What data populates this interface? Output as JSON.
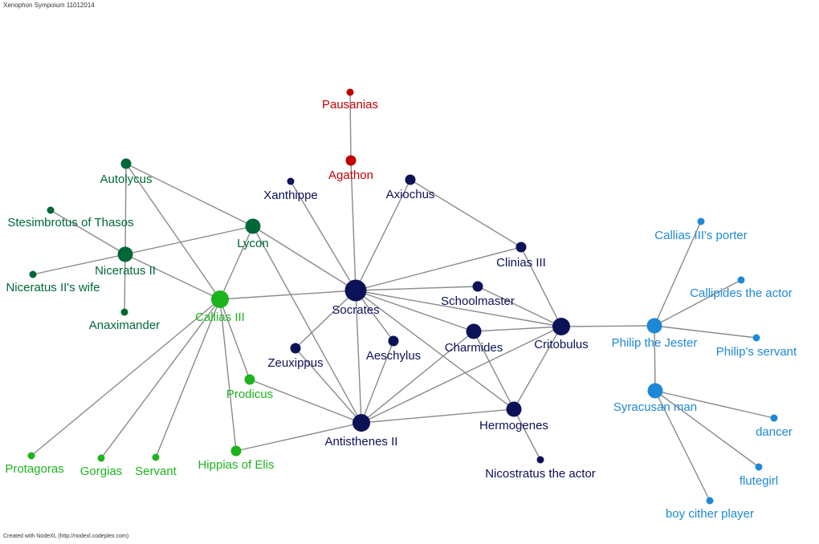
{
  "header": {
    "title": "Xenophon Sympoium 11012014"
  },
  "footer": {
    "credit": "Created with NodeXL (http://nodexl.codeplex.com)"
  },
  "colors": {
    "red": "#c00000",
    "dark_green": "#006837",
    "bright_green": "#1db31d",
    "navy": "#0b1257",
    "blue": "#1e88d6",
    "edge": "#8a8a8a"
  },
  "nodes": [
    {
      "id": "pausanias",
      "label": "Pausanias",
      "group": "red",
      "size": "small"
    },
    {
      "id": "agathon",
      "label": "Agathon",
      "group": "red",
      "size": "medium"
    },
    {
      "id": "autolycus",
      "label": "Autolycus",
      "group": "dark_green",
      "size": "medium"
    },
    {
      "id": "stesimbrotus",
      "label": "Stesimbrotus of Thasos",
      "group": "dark_green",
      "size": "small"
    },
    {
      "id": "niceratus",
      "label": "Niceratus II",
      "group": "dark_green",
      "size": "large"
    },
    {
      "id": "niceratus_wife",
      "label": "Niceratus II's wife",
      "group": "dark_green",
      "size": "small"
    },
    {
      "id": "anaximander",
      "label": "Anaximander",
      "group": "dark_green",
      "size": "small"
    },
    {
      "id": "lycon",
      "label": "Lycon",
      "group": "dark_green",
      "size": "large"
    },
    {
      "id": "callias",
      "label": "Callias III",
      "group": "bright_green",
      "size": "xlarge"
    },
    {
      "id": "prodicus",
      "label": "Prodicus",
      "group": "bright_green",
      "size": "medium"
    },
    {
      "id": "hippias",
      "label": "Hippias of Elis",
      "group": "bright_green",
      "size": "medium"
    },
    {
      "id": "protagoras",
      "label": "Protagoras",
      "group": "bright_green",
      "size": "small"
    },
    {
      "id": "gorgias",
      "label": "Gorgias",
      "group": "bright_green",
      "size": "small"
    },
    {
      "id": "servant",
      "label": "Servant",
      "group": "bright_green",
      "size": "small"
    },
    {
      "id": "xanthippe",
      "label": "Xanthippe",
      "group": "navy",
      "size": "small"
    },
    {
      "id": "axiochus",
      "label": "Axiochus",
      "group": "navy",
      "size": "medium"
    },
    {
      "id": "socrates",
      "label": "Socrates",
      "group": "navy",
      "size": "huge"
    },
    {
      "id": "clinias",
      "label": "Clinias III",
      "group": "navy",
      "size": "medium"
    },
    {
      "id": "schoolmaster",
      "label": "Schoolmaster",
      "group": "navy",
      "size": "medium"
    },
    {
      "id": "charmides",
      "label": "Charmides",
      "group": "navy",
      "size": "large"
    },
    {
      "id": "critobulus",
      "label": "Critobulus",
      "group": "navy",
      "size": "xlarge"
    },
    {
      "id": "zeuxippus",
      "label": "Zeuxippus",
      "group": "navy",
      "size": "medium"
    },
    {
      "id": "aeschylus",
      "label": "Aeschylus",
      "group": "navy",
      "size": "medium"
    },
    {
      "id": "antisthenes",
      "label": "Antisthenes II",
      "group": "navy",
      "size": "xlarge"
    },
    {
      "id": "hermogenes",
      "label": "Hermogenes",
      "group": "navy",
      "size": "large"
    },
    {
      "id": "nicostratus",
      "label": "Nicostratus the actor",
      "group": "navy",
      "size": "small"
    },
    {
      "id": "callias_porter",
      "label": "Callias III's porter",
      "group": "blue",
      "size": "small"
    },
    {
      "id": "callipides",
      "label": "Callipides the actor",
      "group": "blue",
      "size": "small"
    },
    {
      "id": "philip",
      "label": "Philip the Jester",
      "group": "blue",
      "size": "large"
    },
    {
      "id": "philip_servant",
      "label": "Philip's servant",
      "group": "blue",
      "size": "small"
    },
    {
      "id": "syracusan",
      "label": "Syracusan man",
      "group": "blue",
      "size": "large"
    },
    {
      "id": "dancer",
      "label": "dancer",
      "group": "blue",
      "size": "small"
    },
    {
      "id": "flutegirl",
      "label": "flutegirl",
      "group": "blue",
      "size": "small"
    },
    {
      "id": "boy_cither",
      "label": "boy cither player",
      "group": "blue",
      "size": "small"
    }
  ],
  "edges": [
    [
      "pausanias",
      "agathon"
    ],
    [
      "agathon",
      "socrates"
    ],
    [
      "autolycus",
      "niceratus"
    ],
    [
      "autolycus",
      "lycon"
    ],
    [
      "autolycus",
      "callias"
    ],
    [
      "stesimbrotus",
      "niceratus"
    ],
    [
      "niceratus",
      "niceratus_wife"
    ],
    [
      "niceratus",
      "anaximander"
    ],
    [
      "niceratus",
      "lycon"
    ],
    [
      "niceratus",
      "callias"
    ],
    [
      "lycon",
      "callias"
    ],
    [
      "lycon",
      "socrates"
    ],
    [
      "lycon",
      "antisthenes"
    ],
    [
      "callias",
      "socrates"
    ],
    [
      "callias",
      "prodicus"
    ],
    [
      "callias",
      "hippias"
    ],
    [
      "callias",
      "protagoras"
    ],
    [
      "callias",
      "gorgias"
    ],
    [
      "callias",
      "servant"
    ],
    [
      "prodicus",
      "antisthenes"
    ],
    [
      "hippias",
      "antisthenes"
    ],
    [
      "xanthippe",
      "socrates"
    ],
    [
      "axiochus",
      "socrates"
    ],
    [
      "axiochus",
      "clinias"
    ],
    [
      "socrates",
      "clinias"
    ],
    [
      "socrates",
      "schoolmaster"
    ],
    [
      "socrates",
      "charmides"
    ],
    [
      "socrates",
      "critobulus"
    ],
    [
      "socrates",
      "zeuxippus"
    ],
    [
      "socrates",
      "aeschylus"
    ],
    [
      "socrates",
      "antisthenes"
    ],
    [
      "socrates",
      "hermogenes"
    ],
    [
      "clinias",
      "critobulus"
    ],
    [
      "schoolmaster",
      "critobulus"
    ],
    [
      "charmides",
      "critobulus"
    ],
    [
      "charmides",
      "antisthenes"
    ],
    [
      "charmides",
      "hermogenes"
    ],
    [
      "critobulus",
      "hermogenes"
    ],
    [
      "critobulus",
      "antisthenes"
    ],
    [
      "critobulus",
      "philip"
    ],
    [
      "zeuxippus",
      "antisthenes"
    ],
    [
      "aeschylus",
      "antisthenes"
    ],
    [
      "antisthenes",
      "hermogenes"
    ],
    [
      "hermogenes",
      "nicostratus"
    ],
    [
      "philip",
      "callias_porter"
    ],
    [
      "philip",
      "callipides"
    ],
    [
      "philip",
      "philip_servant"
    ],
    [
      "philip",
      "syracusan"
    ],
    [
      "syracusan",
      "dancer"
    ],
    [
      "syracusan",
      "flutegirl"
    ],
    [
      "syracusan",
      "boy_cither"
    ]
  ]
}
